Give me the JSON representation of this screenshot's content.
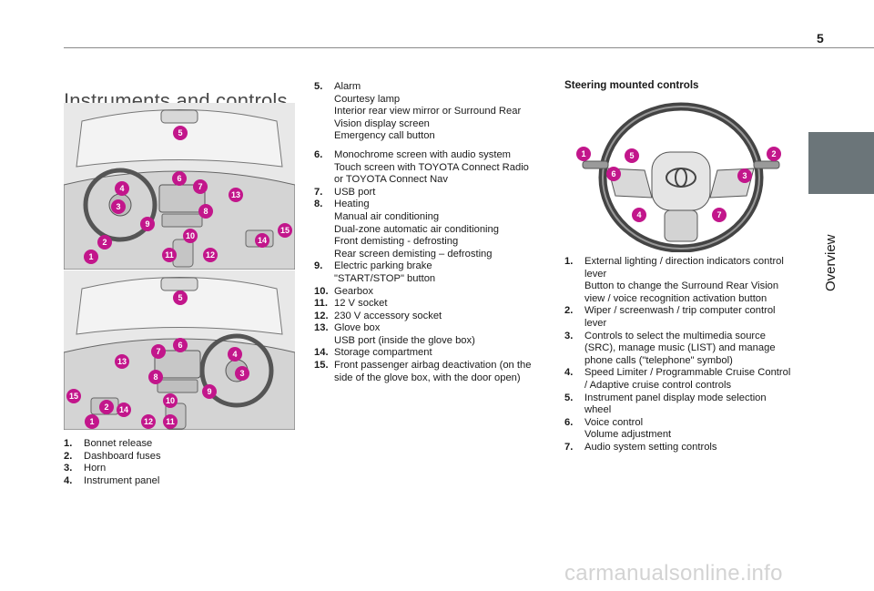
{
  "page_number": "5",
  "side_tab_label": "Overview",
  "title": "Instruments and controls",
  "left_list": [
    {
      "num": "1.",
      "lines": [
        "Bonnet release"
      ]
    },
    {
      "num": "2.",
      "lines": [
        "Dashboard fuses"
      ]
    },
    {
      "num": "3.",
      "lines": [
        "Horn"
      ]
    },
    {
      "num": "4.",
      "lines": [
        "Instrument panel"
      ]
    }
  ],
  "middle_list": [
    {
      "num": "5.",
      "lines": [
        "Alarm",
        "Courtesy lamp",
        "Interior rear view mirror or Surround Rear",
        "Vision display screen",
        "Emergency call button"
      ]
    },
    {
      "num": "6.",
      "lines": [
        "Monochrome screen with audio system",
        "Touch screen with TOYOTA Connect Radio",
        "or TOYOTA Connect Nav"
      ]
    },
    {
      "num": "7.",
      "lines": [
        "USB port"
      ]
    },
    {
      "num": "8.",
      "lines": [
        "Heating",
        "Manual air conditioning",
        "Dual-zone automatic air conditioning",
        "Front demisting - defrosting",
        "Rear screen demisting – defrosting"
      ]
    },
    {
      "num": "9.",
      "lines": [
        "Electric parking brake",
        "\"START/STOP\" button"
      ]
    },
    {
      "num": "10.",
      "lines": [
        "Gearbox"
      ]
    },
    {
      "num": "11.",
      "lines": [
        "12 V socket"
      ]
    },
    {
      "num": "12.",
      "lines": [
        "230 V accessory socket"
      ]
    },
    {
      "num": "13.",
      "lines": [
        "Glove box",
        "USB port (inside the glove box)"
      ]
    },
    {
      "num": "14.",
      "lines": [
        "Storage compartment"
      ]
    },
    {
      "num": "15.",
      "lines": [
        "Front passenger airbag deactivation (on the",
        "side of the glove box, with the door open)"
      ]
    }
  ],
  "steering_heading": "Steering mounted controls",
  "steering_list": [
    {
      "num": "1.",
      "lines": [
        "External lighting / direction indicators control",
        "lever",
        "Button to change the Surround Rear Vision",
        "view / voice recognition activation button"
      ]
    },
    {
      "num": "2.",
      "lines": [
        "Wiper / screenwash / trip computer control",
        "lever"
      ]
    },
    {
      "num": "3.",
      "lines": [
        "Controls to select the multimedia source",
        "(SRC), manage music (LIST) and manage",
        "phone calls (\"telephone\" symbol)"
      ]
    },
    {
      "num": "4.",
      "lines": [
        "Speed Limiter / Programmable Cruise Control",
        "/ Adaptive cruise control controls"
      ]
    },
    {
      "num": "5.",
      "lines": [
        "Instrument panel display mode selection",
        "wheel"
      ]
    },
    {
      "num": "6.",
      "lines": [
        "Voice control",
        "Volume adjustment"
      ]
    },
    {
      "num": "7.",
      "lines": [
        "Audio system setting controls"
      ]
    }
  ],
  "callouts_lhd": [
    "1",
    "2",
    "3",
    "4",
    "5",
    "6",
    "7",
    "8",
    "9",
    "10",
    "11",
    "12",
    "13",
    "14",
    "15"
  ],
  "callouts_rhd": [
    "1",
    "2",
    "3",
    "4",
    "5",
    "6",
    "7",
    "8",
    "9",
    "10",
    "11",
    "12",
    "13",
    "14",
    "15"
  ],
  "callouts_wheel": [
    "1",
    "2",
    "3",
    "4",
    "5",
    "6",
    "7"
  ],
  "watermark": "carmanualsonline.info",
  "colors": {
    "callout": "#c2168b",
    "side_tab": "#6b7579",
    "illustration_bg": "#e6e6e6"
  }
}
